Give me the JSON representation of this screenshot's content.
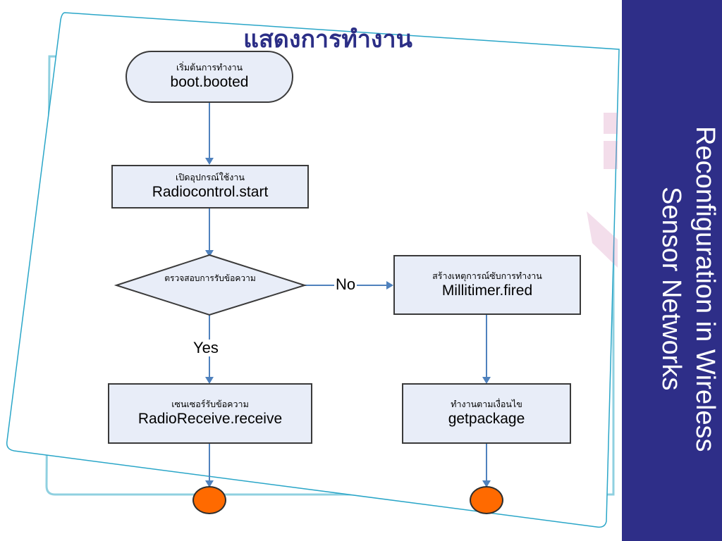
{
  "title": "แสดงการทำงาน",
  "sidebar": {
    "line1": "Reconfiguration in Wireless",
    "line2": "Sensor Networks"
  },
  "flowchart": {
    "start": {
      "th": "เริ่มต้นการทำงาน",
      "en": "boot.booted"
    },
    "step1": {
      "th": "เปิดอุปกรณ์ใช้งาน",
      "en": "Radiocontrol.start"
    },
    "decision": {
      "th": "ตรวจสอบการรับข้อความ"
    },
    "yes_label": "Yes",
    "no_label": "No",
    "receive": {
      "th": "เซนเซอร์รับข้อความ",
      "en": "RadioReceive.receive"
    },
    "timer": {
      "th": "สร้างเหตุการณ์ซับการทำงาน",
      "en": "Millitimer.fired"
    },
    "package": {
      "th": "ทำงานตามเงื่อนไข",
      "en": "getpackage"
    }
  },
  "colors": {
    "sidebar_bg": "#2e2e88",
    "node_fill": "#e8edf8",
    "arrow": "#4f81bd",
    "terminal_fill": "#ff6a00",
    "title": "#2b2e86"
  }
}
